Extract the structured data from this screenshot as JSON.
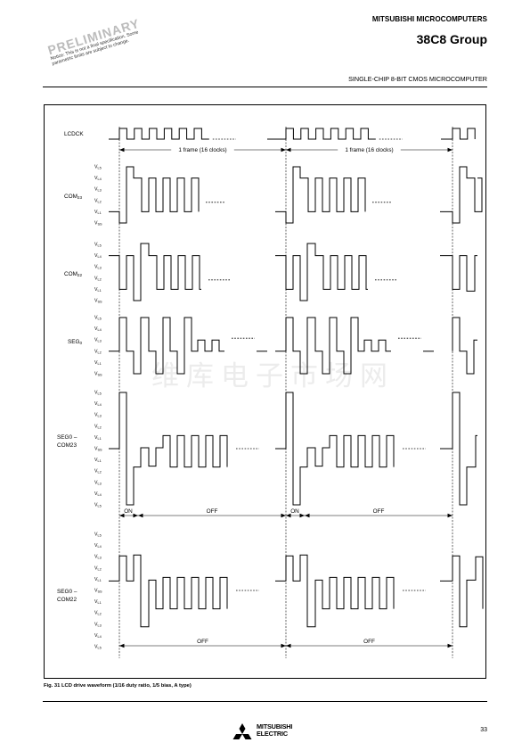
{
  "header": {
    "company": "MITSUBISHI MICROCOMPUTERS",
    "product_group": "38C8 Group",
    "subtitle": "SINGLE-CHIP 8-BIT CMOS MICROCOMPUTER"
  },
  "stamp": {
    "word": "PRELIMINARY",
    "notice": "Notice: This is not a final specification. Some parametric limits are subject to change."
  },
  "watermark": "维库电子市场网",
  "figure": {
    "caption": "Fig. 31  LCD drive waveform (1/16 duty ratio, 1/5 bias, A type)",
    "frame_label": "1 frame (16 clocks)",
    "on_label": "ON",
    "off_label": "OFF",
    "signals": [
      {
        "name": "LCDCK",
        "levels": []
      },
      {
        "name": "COM23",
        "name_base": "COM",
        "name_sub": "23",
        "levels": [
          "VL5",
          "VL4",
          "VL3",
          "VL2",
          "VL1",
          "VSS"
        ]
      },
      {
        "name": "COM22",
        "name_base": "COM",
        "name_sub": "22",
        "levels": [
          "VL5",
          "VL4",
          "VL3",
          "VL2",
          "VL1",
          "VSS"
        ]
      },
      {
        "name": "SEG0",
        "name_base": "SEG",
        "name_sub": "0",
        "levels": [
          "VL5",
          "VL4",
          "VL3",
          "VL2",
          "VL1",
          "VSS"
        ]
      },
      {
        "name": "SEG0 - COM23",
        "levels": [
          "VL5",
          "VL4",
          "VL3",
          "VL2",
          "VL1",
          "VSS",
          "VL1",
          "VL2",
          "VL3",
          "VL4",
          "VL5"
        ]
      },
      {
        "name": "SEG0 - COM22",
        "levels": [
          "VL5",
          "VL4",
          "VL3",
          "VL2",
          "VL1",
          "VSS",
          "VL1",
          "VL2",
          "VL3",
          "VL4",
          "VL5"
        ]
      }
    ]
  },
  "footer": {
    "logo_line1": "MITSUBISHI",
    "logo_line2": "ELECTRIC",
    "page_number": "33"
  }
}
